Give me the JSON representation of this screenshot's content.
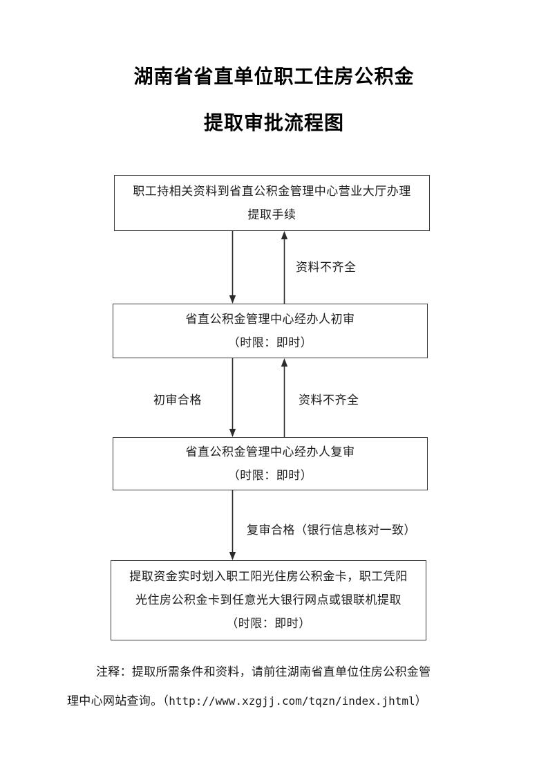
{
  "document": {
    "title_line_1": "湖南省省直单位职工住房公积金",
    "title_line_2": "提取审批流程图"
  },
  "flowchart": {
    "type": "flowchart",
    "orientation": "top-to-bottom",
    "nodes": [
      {
        "id": "box-1",
        "lines": [
          "职工持相关资料到省直公积金管理中心营业大厅办理",
          "提取手续"
        ]
      },
      {
        "id": "box-2",
        "lines": [
          "省直公积金管理中心经办人初审",
          "（时限：即时）"
        ]
      },
      {
        "id": "box-3",
        "lines": [
          "省直公积金管理中心经办人复审",
          "（时限：即时）"
        ]
      },
      {
        "id": "box-4",
        "lines": [
          "提取资金实时划入职工阳光住房公积金卡，职工凭阳",
          "光住房公积金卡到任意光大银行网点或银联机提取",
          "（时限：即时）"
        ]
      }
    ],
    "edges": [
      {
        "id": "arrow-down-1",
        "from": "box-1",
        "to": "box-2",
        "direction": "down",
        "label": ""
      },
      {
        "id": "arrow-up-1",
        "from": "box-2",
        "to": "box-1",
        "direction": "up",
        "label": "资料不齐全"
      },
      {
        "id": "arrow-down-2",
        "from": "box-2",
        "to": "box-3",
        "direction": "down",
        "label": "初审合格"
      },
      {
        "id": "arrow-up-2",
        "from": "box-3",
        "to": "box-2",
        "direction": "up",
        "label": "资料不齐全"
      },
      {
        "id": "arrow-down-3",
        "from": "box-3",
        "to": "box-4",
        "direction": "down",
        "label": "复审合格（银行信息核对一致）"
      }
    ]
  },
  "note": {
    "line_1": "注释：提取所需条件和资料，请前往湖南省直单位住房公积金管",
    "line_2_prefix": "理中心网站查询。（",
    "line_2_url": "http://www.xzgjj.com/tqzn/index.jhtml",
    "line_2_suffix": "）"
  },
  "colors": {
    "page_background": "#ffffff",
    "text": "#1a1a1a",
    "title_text": "#000000",
    "box_border": "#3a3a3a",
    "arrow_stroke": "#2b2b2b"
  }
}
